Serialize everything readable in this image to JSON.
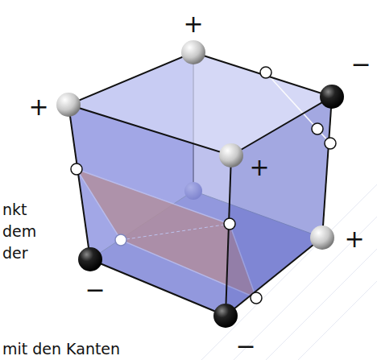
{
  "diagram": {
    "labels": [
      "+",
      "−",
      "+",
      "+",
      "+",
      "−",
      "−",
      "nkt",
      "dem",
      "der",
      "mit den Kanten"
    ]
  }
}
